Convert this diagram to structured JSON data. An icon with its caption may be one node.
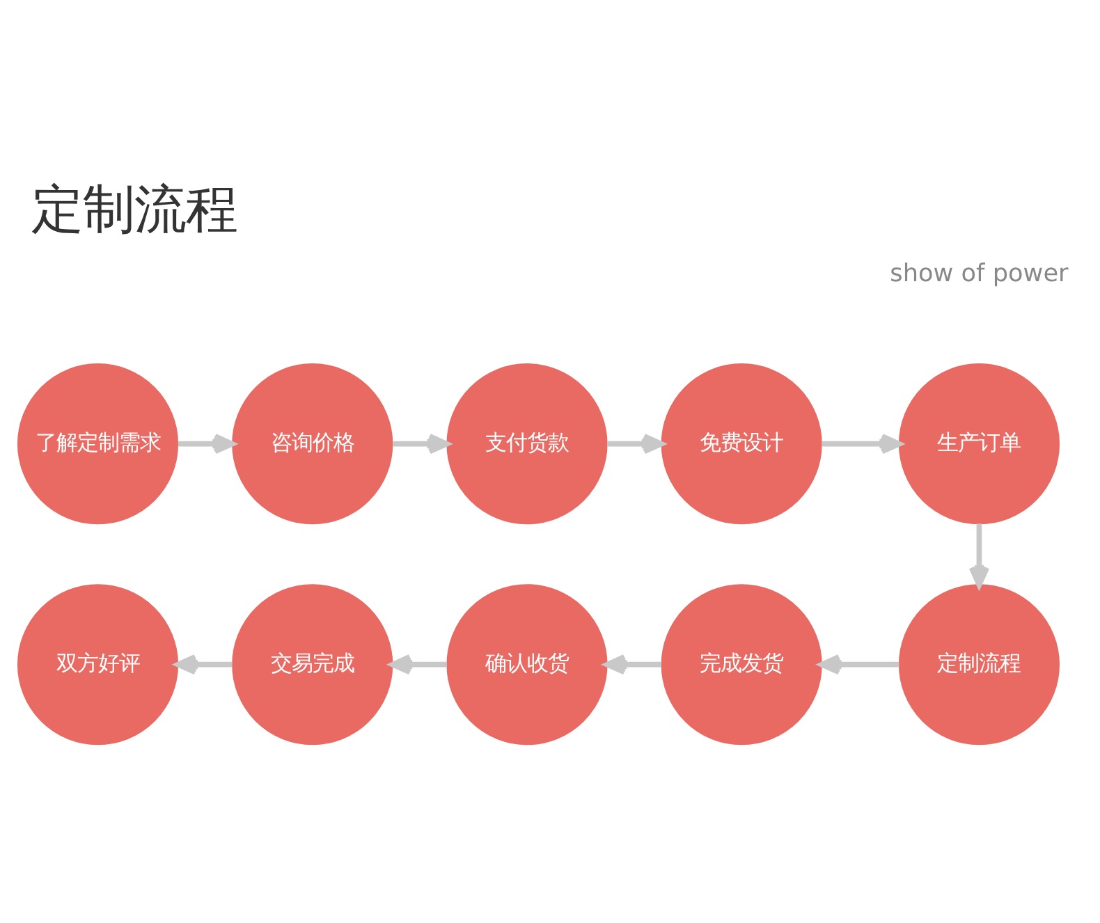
{
  "diagram": {
    "title": "定制流程",
    "nodes": [
      {
        "text": [
          "了解定制需求"
        ]
      },
      {
        "text": [
          "咨询价格"
        ]
      },
      {
        "text": [
          "支付货款"
        ]
      },
      {
        "text": [
          "免费设计"
        ]
      },
      {
        "text": [
          "生产订单"
        ]
      },
      {
        "text": [
          "双方好评"
        ]
      },
      {
        "text": [
          "交易完成"
        ]
      },
      {
        "text": [
          "确认收货"
        ]
      },
      {
        "text": [
          "完成发货"
        ]
      },
      {
        "text": [
          "定制流程"
        ]
      }
    ],
    "edges": [
      {
        "from": 0,
        "to": 1,
        "arrow": "to"
      },
      {
        "from": 1,
        "to": 2,
        "arrow": "to"
      },
      {
        "from": 2,
        "to": 3,
        "arrow": "to"
      },
      {
        "from": 3,
        "to": 4,
        "arrow": "to"
      },
      {
        "from": 4,
        "to": 9,
        "arrow": "to"
      },
      {
        "from": 9,
        "to": 8,
        "arrow": "to"
      },
      {
        "from": 8,
        "to": 7,
        "arrow": "to"
      },
      {
        "from": 7,
        "to": 6,
        "arrow": "to"
      },
      {
        "from": 6,
        "to": 5,
        "arrow": "to"
      }
    ],
    "labels": [
      "show of power"
    ]
  }
}
